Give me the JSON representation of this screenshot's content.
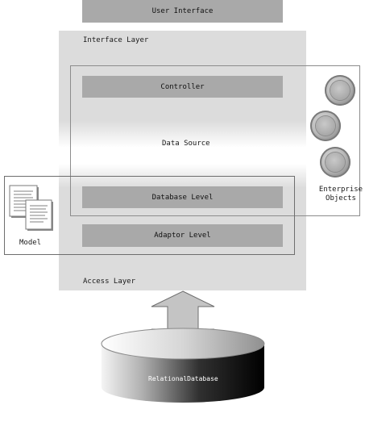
{
  "top_bar": {
    "label": "User Interface"
  },
  "layers": {
    "interface_layer": "Interface Layer",
    "access_layer": "Access Layer"
  },
  "components": {
    "controller": "Controller",
    "data_source": "Data Source",
    "database_level": "Database Level",
    "adaptor_level": "Adaptor Level"
  },
  "side_labels": {
    "enterprise_objects_line1": "Enterprise",
    "enterprise_objects_line2": "Objects",
    "model": "Model"
  },
  "database": {
    "label": "RelationalDatabase"
  },
  "colors": {
    "bar_fill": "#a9a9a9",
    "layer_fill": "#dcdcdc",
    "outline": "#8c8c8c"
  },
  "icons": [
    "document-stack-icon",
    "enterprise-object-icon",
    "double-arrow-icon",
    "database-cylinder-icon"
  ]
}
